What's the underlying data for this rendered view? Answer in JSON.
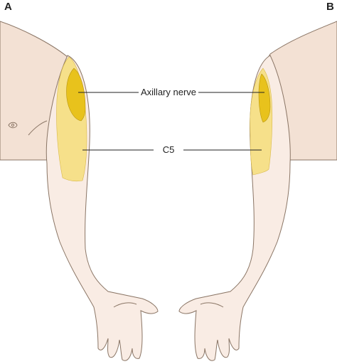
{
  "panels": {
    "left": "A",
    "right": "B"
  },
  "labels": {
    "axillary": "Axillary nerve",
    "c5": "C5"
  },
  "colors": {
    "skin_torso": "#f3e1d4",
    "skin_arm": "#f9ece4",
    "outline": "#8a7565",
    "c5_zone": "#f6e08a",
    "axillary_zone": "#e8c21c",
    "leader": "#222222"
  }
}
